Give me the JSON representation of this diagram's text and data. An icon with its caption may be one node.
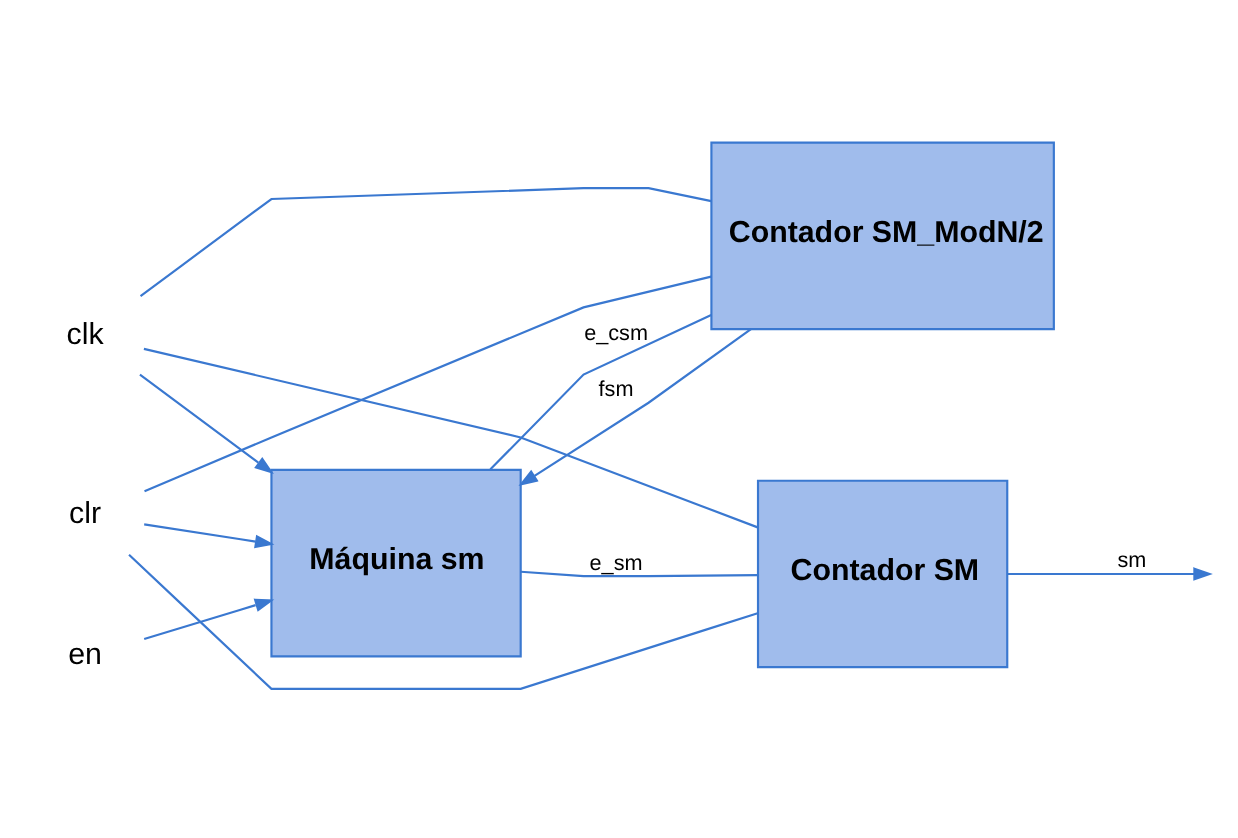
{
  "diagram": {
    "nodes": [
      {
        "text": [
          "en"
        ]
      },
      {
        "text": [
          "clk"
        ]
      },
      {
        "text": [
          "clr"
        ]
      },
      {
        "text": [
          "Máquina sm"
        ]
      },
      {
        "text": [
          "Contador SM_ModN/2"
        ]
      },
      {
        "text": [
          "Contador SM"
        ]
      }
    ],
    "edges": [
      {
        "from": 0,
        "to": 3,
        "arrow": "to"
      },
      {
        "from": 1,
        "to": 3,
        "arrow": "to"
      },
      {
        "from": 2,
        "to": 3,
        "arrow": "to"
      },
      {
        "from": 1,
        "to": 4,
        "arrow": "none"
      },
      {
        "from": 1,
        "to": 5,
        "arrow": "none"
      },
      {
        "from": 2,
        "to": 4,
        "arrow": "none"
      },
      {
        "from": 2,
        "to": 5,
        "arrow": "none"
      },
      {
        "from": 3,
        "to": 4,
        "label": "e_csm",
        "arrow": "none"
      },
      {
        "from": 3,
        "to": 5,
        "label": "e_sm",
        "arrow": "none"
      },
      {
        "from": 4,
        "to": 3,
        "label": "fsm",
        "arrow": "to"
      },
      {
        "from": 5,
        "to": null,
        "label": "sm",
        "arrow": "to"
      }
    ]
  }
}
